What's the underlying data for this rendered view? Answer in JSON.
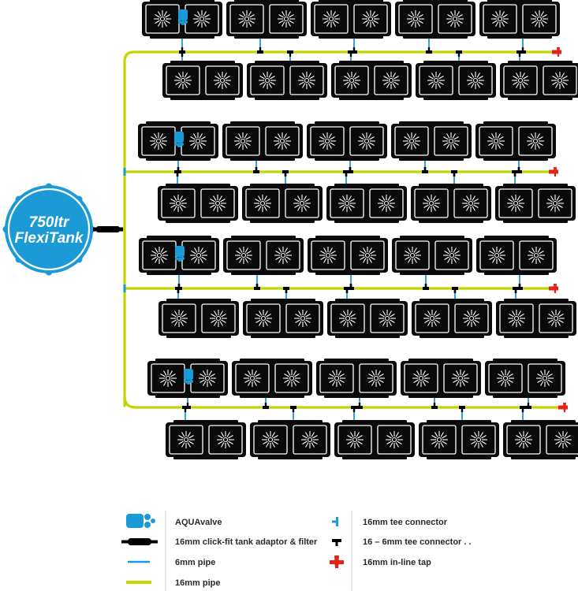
{
  "tank": {
    "line1": "750ltr",
    "line2": "FlexiTank"
  },
  "legend": {
    "aquavalve": "AQUAvalve",
    "adaptor": "16mm click-fit tank adaptor & filter",
    "pipe6": "6mm pipe",
    "pipe16": "16mm pipe",
    "tee16": "16mm tee connector",
    "tee16_6": "16 – 6mm  tee connector . .",
    "tap": "16mm in-line tap"
  },
  "colors": {
    "pipe16": "#c2d500",
    "pipe6": "#1a9ad6",
    "tank": "#1b9ad6",
    "tap": "#e2231a",
    "pot": "#0a0a0a"
  },
  "icons": {
    "aquavalve": "aquavalve-icon",
    "adaptor": "tank-adaptor-filter-icon",
    "tee16": "tee-16mm-icon",
    "tee16_6": "tee-16-6mm-icon",
    "tap": "inline-tap-icon",
    "planter": "planter-pot-icon"
  }
}
